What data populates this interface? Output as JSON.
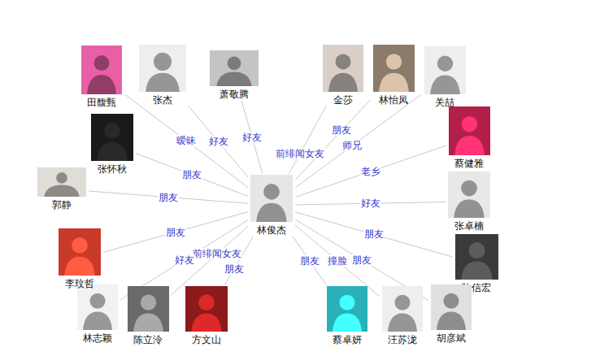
{
  "diagram": {
    "nodes": [
      {
        "text": [
          "林俊杰"
        ]
      },
      {
        "text": [
          "田馥甄"
        ]
      },
      {
        "text": [
          "张杰"
        ]
      },
      {
        "text": [
          "萧敬腾"
        ]
      },
      {
        "text": [
          "金莎"
        ]
      },
      {
        "text": [
          "林怡凤"
        ]
      },
      {
        "text": [
          "关喆"
        ]
      },
      {
        "text": [
          "蔡健雅"
        ]
      },
      {
        "text": [
          "张卓楠"
        ]
      },
      {
        "text": [
          "陈信宏"
        ]
      },
      {
        "text": [
          "胡彦斌"
        ]
      },
      {
        "text": [
          "汪苏泷"
        ]
      },
      {
        "text": [
          "蔡卓妍"
        ]
      },
      {
        "text": [
          "方文山"
        ]
      },
      {
        "text": [
          "陈立泠"
        ]
      },
      {
        "text": [
          "林志颖"
        ]
      },
      {
        "text": [
          "李玟哲"
        ]
      },
      {
        "text": [
          "郭静"
        ]
      },
      {
        "text": [
          "张怀秋"
        ]
      }
    ],
    "edges": [
      {
        "from": 0,
        "to": 1,
        "label": "暧昧",
        "arrow": "none"
      },
      {
        "from": 0,
        "to": 2,
        "label": "好友",
        "arrow": "none"
      },
      {
        "from": 0,
        "to": 3,
        "label": "好友",
        "arrow": "none"
      },
      {
        "from": 0,
        "to": 4,
        "label": "前绯闻女友",
        "arrow": "none"
      },
      {
        "from": 0,
        "to": 5,
        "label": "朋友",
        "arrow": "none"
      },
      {
        "from": 0,
        "to": 6,
        "label": "师兄",
        "arrow": "none"
      },
      {
        "from": 0,
        "to": 7,
        "label": "老乡",
        "arrow": "none"
      },
      {
        "from": 0,
        "to": 8,
        "label": "好友",
        "arrow": "none"
      },
      {
        "from": 0,
        "to": 9,
        "label": "朋友",
        "arrow": "none"
      },
      {
        "from": 0,
        "to": 10,
        "label": "朋友",
        "arrow": "none"
      },
      {
        "from": 0,
        "to": 11,
        "label": "撞脸",
        "arrow": "none"
      },
      {
        "from": 0,
        "to": 12,
        "label": "朋友",
        "arrow": "none"
      },
      {
        "from": 0,
        "to": 13,
        "label": "朋友",
        "arrow": "none"
      },
      {
        "from": 0,
        "to": 14,
        "label": "前绯闻女友",
        "arrow": "none"
      },
      {
        "from": 0,
        "to": 15,
        "label": "好友",
        "arrow": "none"
      },
      {
        "from": 0,
        "to": 16,
        "label": "朋友",
        "arrow": "none"
      },
      {
        "from": 0,
        "to": 17,
        "label": "朋友",
        "arrow": "none"
      },
      {
        "from": 0,
        "to": 18,
        "label": "朋友",
        "arrow": "none"
      }
    ]
  }
}
